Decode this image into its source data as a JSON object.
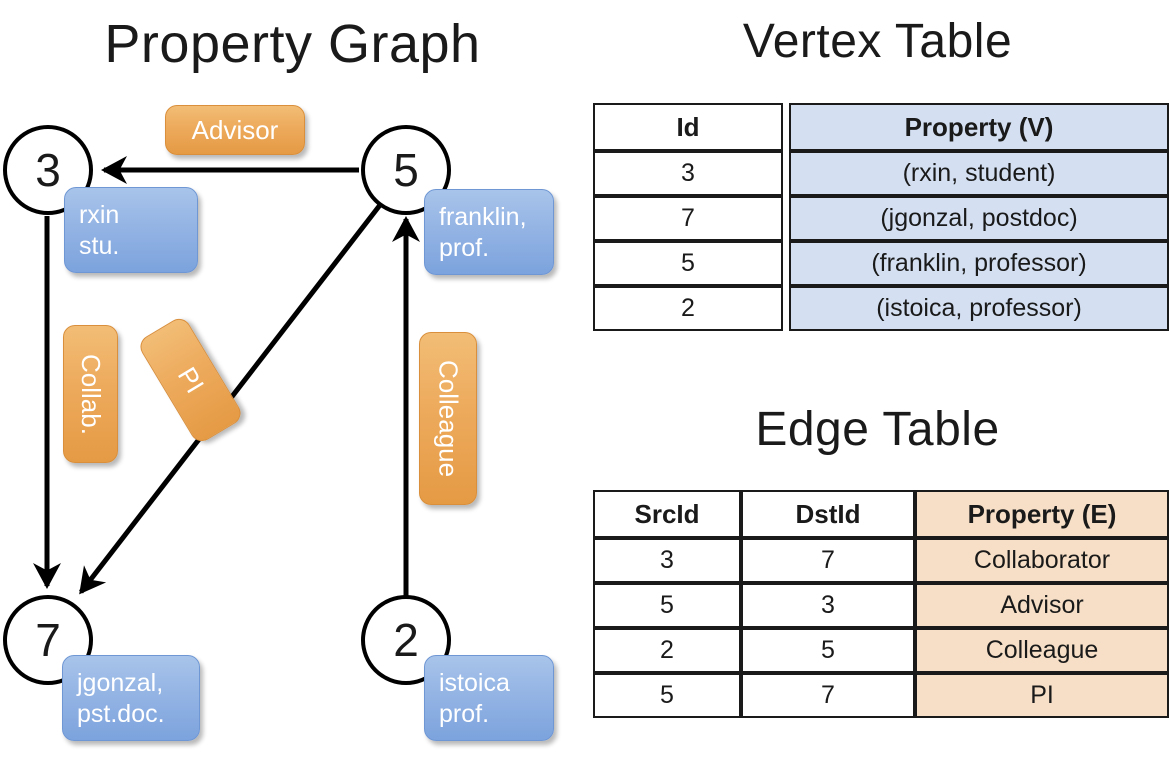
{
  "titles": {
    "property_graph": "Property Graph",
    "vertex_table": "Vertex Table",
    "edge_table": "Edge Table"
  },
  "colors": {
    "vertex_property_fill": "#d4e0f2",
    "edge_property_fill": "#f6dfc6",
    "vertex_box_blue": "#94b4e4",
    "edge_badge_orange": "#edaa5c",
    "stroke": "#000000"
  },
  "graph": {
    "vertices": [
      {
        "id": "3",
        "property_line1": "rxin",
        "property_line2": "stu."
      },
      {
        "id": "5",
        "property_line1": "franklin,",
        "property_line2": "prof."
      },
      {
        "id": "7",
        "property_line1": "jgonzal,",
        "property_line2": "pst.doc."
      },
      {
        "id": "2",
        "property_line1": "istoica",
        "property_line2": "prof."
      }
    ],
    "edge_labels": [
      {
        "label": "Advisor",
        "orientation": "horizontal",
        "edge": "5->3"
      },
      {
        "label": "Collab.",
        "orientation": "vertical",
        "edge": "3->7"
      },
      {
        "label": "PI",
        "orientation": "diagonal",
        "edge": "5->7"
      },
      {
        "label": "Colleague",
        "orientation": "vertical",
        "edge": "2->5"
      }
    ]
  },
  "vertex_table": {
    "headers": [
      "Id",
      "Property (V)"
    ],
    "rows": [
      [
        "3",
        "(rxin, student)"
      ],
      [
        "7",
        "(jgonzal, postdoc)"
      ],
      [
        "5",
        "(franklin, professor)"
      ],
      [
        "2",
        "(istoica, professor)"
      ]
    ]
  },
  "edge_table": {
    "headers": [
      "SrcId",
      "DstId",
      "Property (E)"
    ],
    "rows": [
      [
        "3",
        "7",
        "Collaborator"
      ],
      [
        "5",
        "3",
        "Advisor"
      ],
      [
        "2",
        "5",
        "Colleague"
      ],
      [
        "5",
        "7",
        "PI"
      ]
    ]
  }
}
